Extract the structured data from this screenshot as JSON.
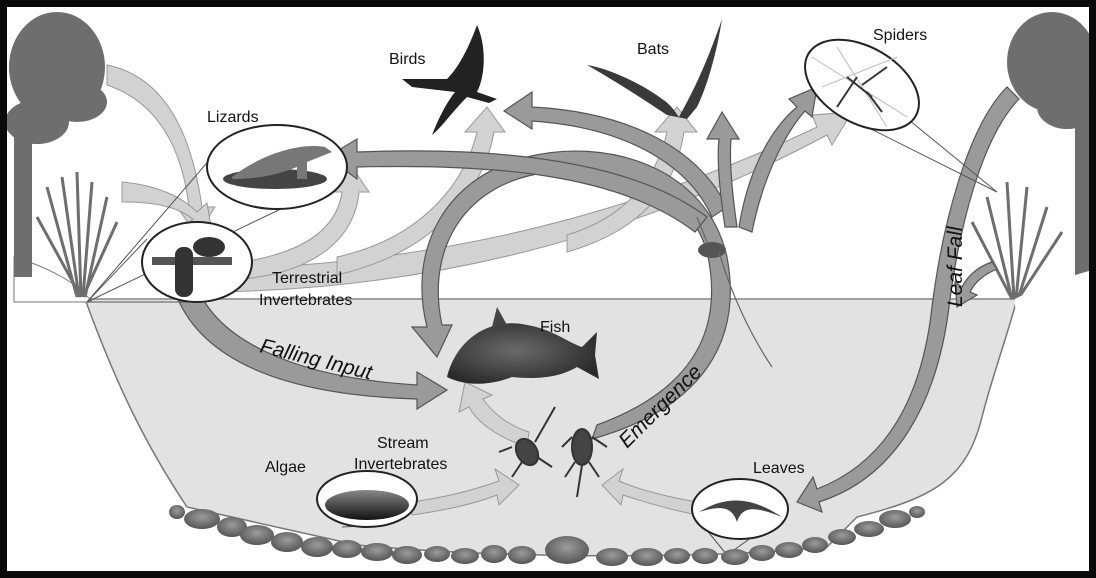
{
  "diagram": {
    "title": "Stream-riparian food web",
    "colors": {
      "frame": "#0a0a0a",
      "water": "#e2e2e2",
      "dark_arrow": "#9a9a9a",
      "light_arrow": "#d2d2d2",
      "vegetation": "#6e6e6e",
      "stones": "#6a6a6a"
    },
    "labels": {
      "birds": "Birds",
      "bats": "Bats",
      "spiders": "Spiders",
      "lizards": "Lizards",
      "terrestrial_line1": "Terrestrial",
      "terrestrial_line2": "Invertebrates",
      "fish": "Fish",
      "stream_line1": "Stream",
      "stream_line2": "Invertebrates",
      "algae": "Algae",
      "leaves": "Leaves"
    },
    "flows": {
      "falling_input": "Falling Input",
      "emergence": "Emergence",
      "leaf_fall": "Leaf Fall"
    }
  }
}
